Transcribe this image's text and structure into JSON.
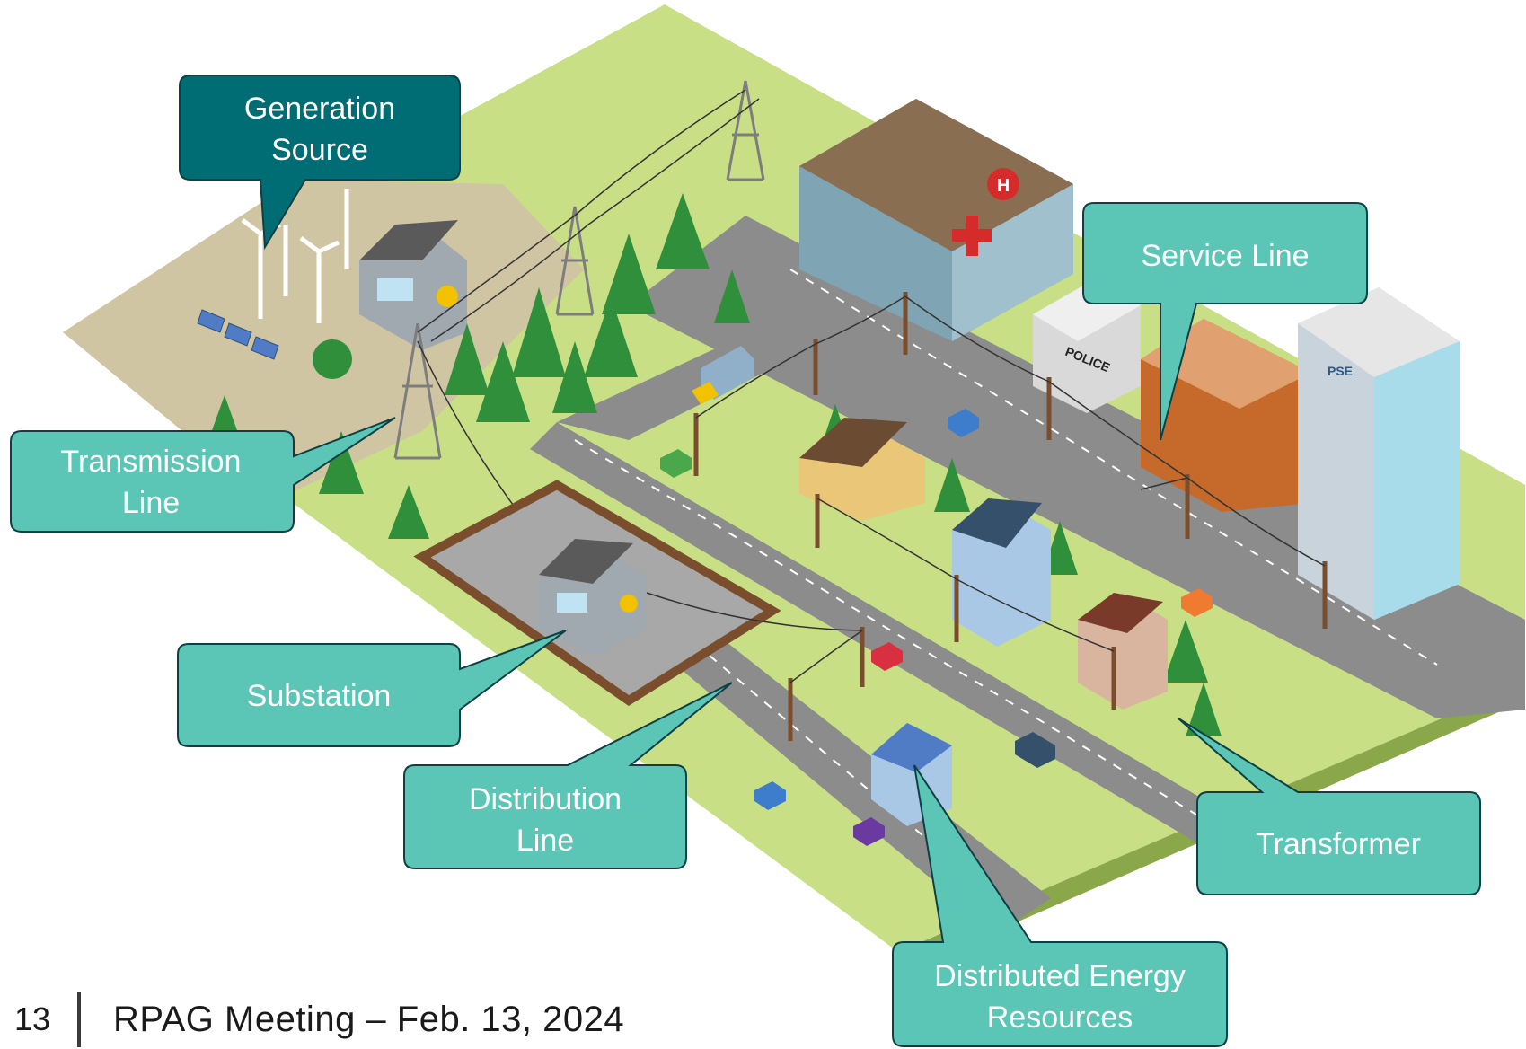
{
  "callouts": {
    "generation": [
      "Generation",
      "Source"
    ],
    "transmission": [
      "Transmission",
      "Line"
    ],
    "substation": [
      "Substation"
    ],
    "distribution": [
      "Distribution",
      "Line"
    ],
    "service": [
      "Service Line"
    ],
    "transformer": [
      "Transformer"
    ],
    "der": [
      "Distributed Energy",
      "Resources"
    ]
  },
  "footer": {
    "slide_number": "13",
    "meeting": "RPAG Meeting – Feb. 13, 2024"
  },
  "building_labels": {
    "police": "POLICE",
    "hospital": "H",
    "utility": "PSE"
  },
  "colors": {
    "callout_teal": "#5bc5b6",
    "callout_dark_teal": "#006c73",
    "grass": "#c9df86",
    "road": "#8c8c8c"
  }
}
